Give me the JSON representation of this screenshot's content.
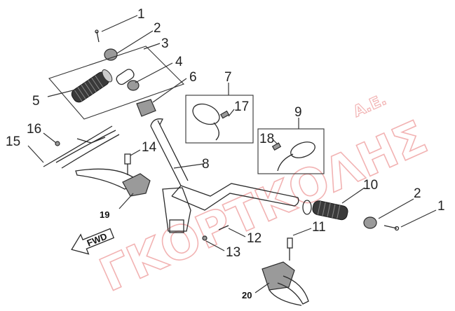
{
  "watermark": {
    "main": "ΓΚΟΡΤΚΟΛΗΣ",
    "suffix": "Α.Ε."
  },
  "direction_label": "FWD",
  "callouts": {
    "c1_top": "1",
    "c2_top": "2",
    "c3": "3",
    "c4": "4",
    "c5": "5",
    "c6": "6",
    "c7": "7",
    "c8": "8",
    "c9": "9",
    "c10": "10",
    "c11": "11",
    "c12": "12",
    "c13": "13",
    "c14": "14",
    "c15": "15",
    "c16": "16",
    "c17": "17",
    "c18": "18",
    "c19": "19",
    "c20": "20",
    "c2_right": "2",
    "c1_right": "1"
  },
  "colors": {
    "watermark": "#f2b3b3",
    "line": "#2b2b2b",
    "part_fill": "#9a9a9a"
  }
}
